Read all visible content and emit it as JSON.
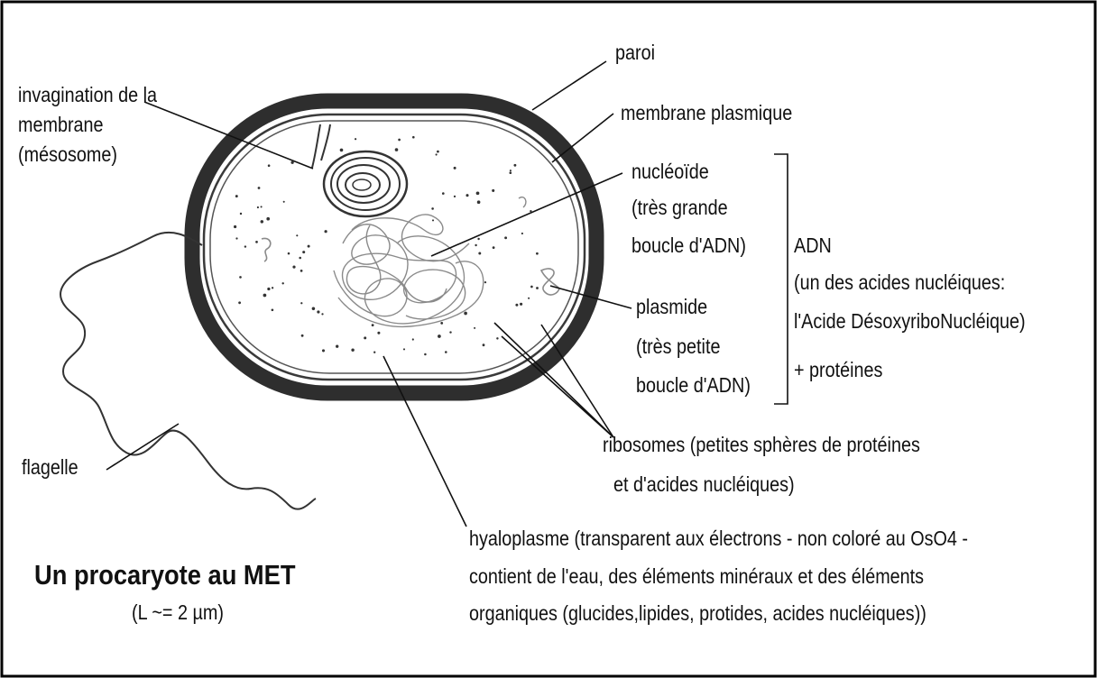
{
  "title": "Un procaryote au MET",
  "subtitle": "(L ~= 2 µm)",
  "labels": {
    "paroi": "paroi",
    "membrane_plasmique": "membrane plasmique",
    "invagination": [
      "invagination de la",
      "membrane",
      "(mésosome)"
    ],
    "nucleoide": [
      "nucléoïde",
      "(très grande",
      "boucle d'ADN)"
    ],
    "adn": [
      "ADN",
      "(un des acides nucléiques:",
      "l'Acide DésoxyriboNucléique)",
      "+ protéines"
    ],
    "plasmide": [
      "plasmide",
      "(très petite",
      "boucle d'ADN)"
    ],
    "flagelle": "flagelle",
    "ribosomes": [
      "ribosomes (petites sphères de protéines",
      "et d'acides nucléiques)"
    ],
    "hyaloplasme": [
      "hyaloplasme (transparent aux électrons - non coloré au OsO4 -",
      "contient de l'eau, des éléments minéraux et des éléments",
      "organiques (glucides,lipides, protides, acides nucléiques))"
    ]
  }
}
